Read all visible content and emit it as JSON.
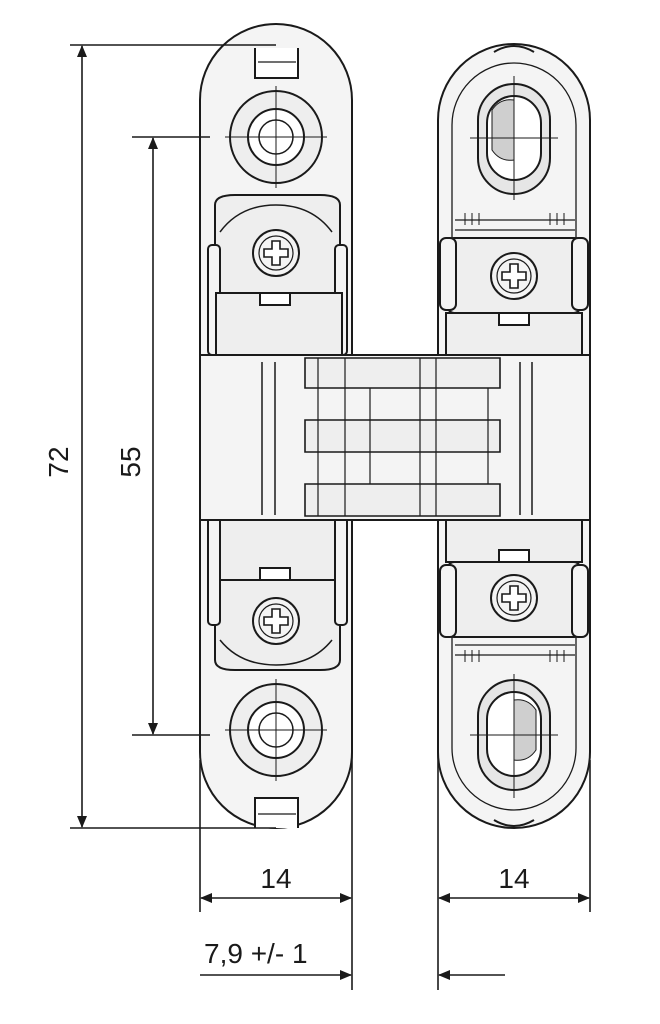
{
  "diagram": {
    "dimensions": {
      "overall_height": "72",
      "screw_spacing": "55",
      "left_leaf_width": "14",
      "right_leaf_width": "14",
      "gap": "7,9 +/- 1"
    },
    "colors": {
      "line": "#1a1a1a",
      "body_fill": "#f4f4f4",
      "shade_fill": "#e6e6e6",
      "background": "#ffffff"
    }
  }
}
